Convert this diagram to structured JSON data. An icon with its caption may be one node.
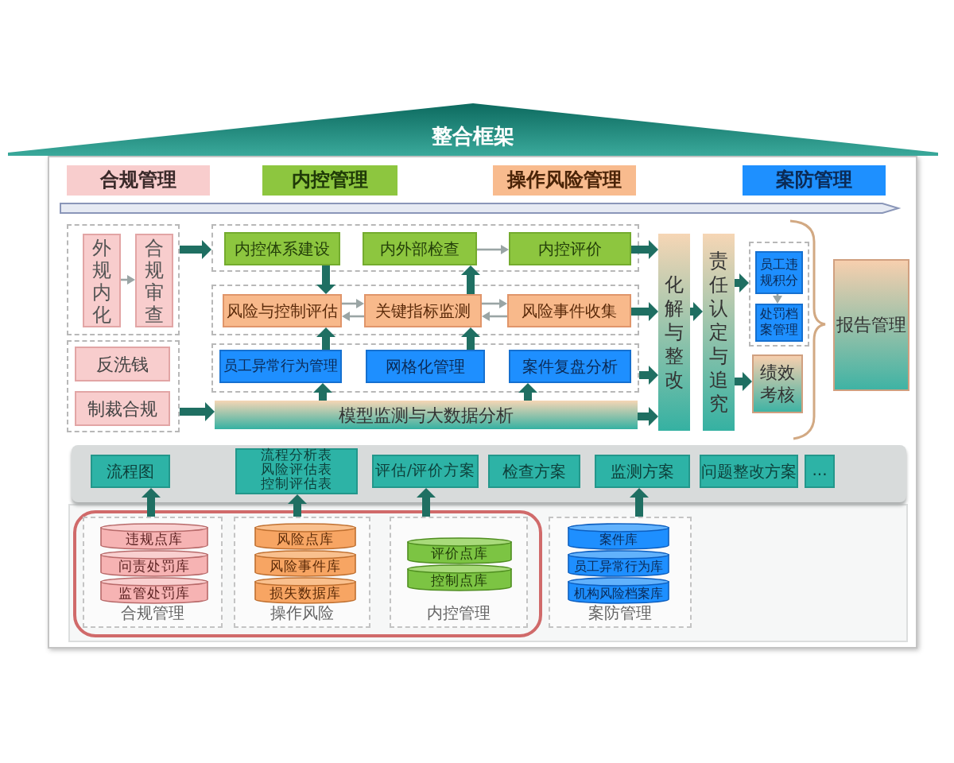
{
  "diagram": {
    "nodes": [
      {
        "text": [
          "整合框架"
        ]
      },
      {
        "text": [
          "合规管理"
        ]
      },
      {
        "text": [
          "内控管理"
        ]
      },
      {
        "text": [
          "操作风险管理"
        ]
      },
      {
        "text": [
          "案防管理"
        ]
      },
      {
        "text": [],
        "shape": "box"
      },
      {
        "text": [
          "外规内化"
        ],
        "in": 5
      },
      {
        "text": [
          "合规审查"
        ],
        "in": 5
      },
      {
        "text": [],
        "shape": "box"
      },
      {
        "text": [
          "反洗钱"
        ],
        "in": 8
      },
      {
        "text": [
          "制裁合规"
        ],
        "in": 8
      },
      {
        "text": [],
        "shape": "box"
      },
      {
        "text": [
          "内控体系建设"
        ],
        "in": 11
      },
      {
        "text": [
          "内外部检查"
        ],
        "in": 11
      },
      {
        "text": [
          "内控评价"
        ],
        "in": 11
      },
      {
        "text": [],
        "shape": "box"
      },
      {
        "text": [
          "风险与控制评估"
        ],
        "in": 15
      },
      {
        "text": [
          "关键指标监测"
        ],
        "in": 15
      },
      {
        "text": [
          "风险事件收集"
        ],
        "in": 15
      },
      {
        "text": [],
        "shape": "box"
      },
      {
        "text": [
          "员工异常行为管理"
        ],
        "in": 19
      },
      {
        "text": [
          "网格化管理"
        ],
        "in": 19
      },
      {
        "text": [
          "案件复盘分析"
        ],
        "in": 19
      },
      {
        "text": [
          "模型监测与大数据分析"
        ]
      },
      {
        "text": [
          "化解与整改"
        ]
      },
      {
        "text": [
          "责任认定与追究"
        ]
      },
      {
        "text": [],
        "shape": "box"
      },
      {
        "text": [
          "员工违规积分"
        ],
        "in": 26
      },
      {
        "text": [
          "处罚档案管理"
        ],
        "in": 26
      },
      {
        "text": [
          "绩效考核"
        ]
      },
      {
        "text": [
          "报告管理"
        ]
      },
      {
        "text": [],
        "shape": "box"
      },
      {
        "text": [
          "流程图"
        ],
        "in": 31
      },
      {
        "text": [
          "流程分析表",
          "风险评估表",
          "控制评估表"
        ],
        "in": 31
      },
      {
        "text": [
          "评估/评价方案"
        ],
        "in": 31
      },
      {
        "text": [
          "检查方案"
        ],
        "in": 31
      },
      {
        "text": [
          "监测方案"
        ],
        "in": 31
      },
      {
        "text": [
          "问题整改方案"
        ],
        "in": 31
      },
      {
        "text": [
          "..."
        ],
        "in": 31
      },
      {
        "text": [],
        "shape": "box"
      },
      {
        "text": [
          "合规管理"
        ],
        "in": 39
      },
      {
        "text": [
          "违规点库"
        ],
        "in": 40
      },
      {
        "text": [
          "问责处罚库"
        ],
        "in": 40
      },
      {
        "text": [
          "监管处罚库"
        ],
        "in": 40
      },
      {
        "text": [
          "操作风险"
        ],
        "in": 39
      },
      {
        "text": [
          "风险点库"
        ],
        "in": 44
      },
      {
        "text": [
          "风险事件库"
        ],
        "in": 44
      },
      {
        "text": [
          "损失数据库"
        ],
        "in": 44
      },
      {
        "text": [
          "内控管理"
        ],
        "in": 39
      },
      {
        "text": [
          "评价点库"
        ],
        "in": 48
      },
      {
        "text": [
          "控制点库"
        ],
        "in": 48
      },
      {
        "text": [
          "案防管理"
        ]
      },
      {
        "text": [
          "案件库"
        ],
        "in": 51
      },
      {
        "text": [
          "员工异常行为库"
        ],
        "in": 51
      },
      {
        "text": [
          "机构风险档案库"
        ],
        "in": 51
      }
    ],
    "edges": [
      {
        "from": 5,
        "to": 11,
        "arrow": "to"
      },
      {
        "from": 6,
        "to": 7,
        "arrow": "to",
        "color": "#9aa5a5"
      },
      {
        "from": 8,
        "to": 23,
        "arrow": "to"
      },
      {
        "from": 13,
        "to": 14,
        "arrow": "to",
        "color": "#9aa5a5"
      },
      {
        "from": 12,
        "to": 16,
        "arrow": "to"
      },
      {
        "from": 17,
        "to": 13,
        "arrow": "to"
      },
      {
        "from": 16,
        "to": 17,
        "arrow": "to",
        "color": "#9aa5a5"
      },
      {
        "from": 17,
        "to": 16,
        "arrow": "to",
        "color": "#9aa5a5"
      },
      {
        "from": 17,
        "to": 18,
        "arrow": "to",
        "color": "#9aa5a5"
      },
      {
        "from": 18,
        "to": 17,
        "arrow": "to",
        "color": "#9aa5a5"
      },
      {
        "from": 20,
        "to": 16,
        "arrow": "to"
      },
      {
        "from": 21,
        "to": 17,
        "arrow": "to"
      },
      {
        "from": 23,
        "to": 20,
        "arrow": "to"
      },
      {
        "from": 23,
        "to": 22,
        "arrow": "to"
      },
      {
        "from": 14,
        "to": 24,
        "arrow": "to"
      },
      {
        "from": 18,
        "to": 24,
        "arrow": "to"
      },
      {
        "from": 19,
        "to": 24,
        "arrow": "to"
      },
      {
        "from": 23,
        "to": 24,
        "arrow": "to"
      },
      {
        "from": 24,
        "to": 25,
        "arrow": "to"
      },
      {
        "from": 25,
        "to": 26,
        "arrow": "to"
      },
      {
        "from": 27,
        "to": 28,
        "arrow": "to",
        "color": "#9aa5a5"
      },
      {
        "from": 25,
        "to": 29,
        "arrow": "to"
      },
      {
        "from": 40,
        "to": 32,
        "arrow": "to"
      },
      {
        "from": 44,
        "to": 33,
        "arrow": "to"
      },
      {
        "from": 48,
        "to": 34,
        "arrow": "to"
      },
      {
        "from": 51,
        "to": 36,
        "arrow": "to"
      }
    ]
  }
}
